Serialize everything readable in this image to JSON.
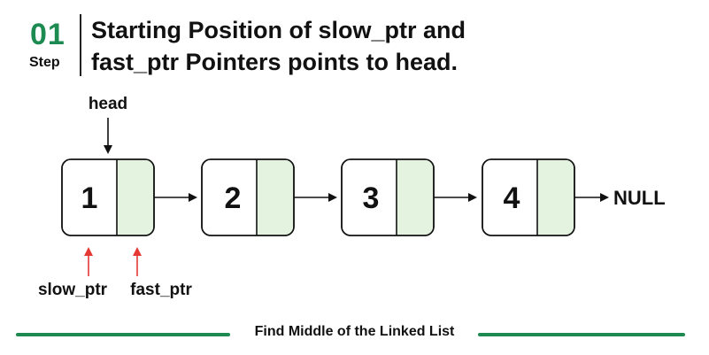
{
  "header": {
    "step_number": "01",
    "step_word": "Step",
    "title_line1": "Starting Position of slow_ptr and",
    "title_line2": "fast_ptr Pointers points to head."
  },
  "diagram": {
    "nodes": [
      {
        "value": "1"
      },
      {
        "value": "2"
      },
      {
        "value": "3"
      },
      {
        "value": "4"
      }
    ],
    "terminal_label": "NULL",
    "head_label": "head",
    "slow_label": "slow_ptr",
    "fast_label": "fast_ptr"
  },
  "footer": {
    "caption": "Find Middle of the Linked List"
  },
  "colors": {
    "accent_green": "#1d8a52",
    "next_cell_fill": "#e3f3df",
    "pointer_red": "#e53935",
    "outline": "#111111"
  }
}
